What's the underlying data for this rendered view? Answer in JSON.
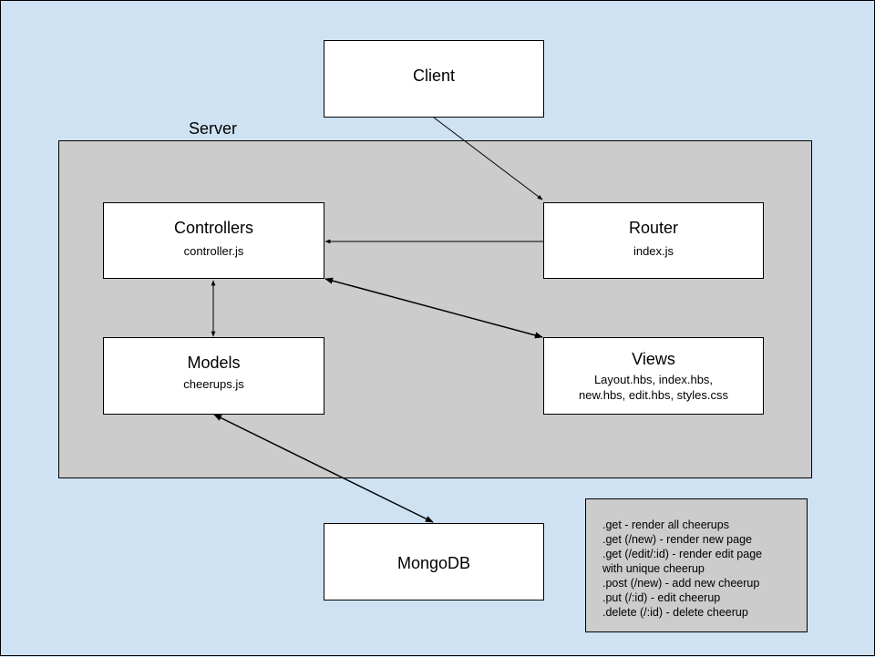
{
  "client": {
    "title": "Client"
  },
  "server": {
    "label": "Server"
  },
  "controllers": {
    "title": "Controllers",
    "file": "controller.js"
  },
  "router": {
    "title": "Router",
    "file": "index.js"
  },
  "models": {
    "title": "Models",
    "file": "cheerups.js"
  },
  "views": {
    "title": "Views",
    "files_line1": "Layout.hbs, index.hbs,",
    "files_line2": "new.hbs, edit.hbs, styles.css"
  },
  "mongodb": {
    "title": "MongoDB"
  },
  "routes_note": {
    "lines": [
      ".get - render all cheerups",
      ".get (/new) - render new page",
      ".get (/edit/:id) - render edit page",
      "with unique cheerup",
      ".post (/new) - add new cheerup",
      ".put (/:id) - edit cheerup",
      ".delete (/:id) - delete cheerup"
    ]
  },
  "colors": {
    "background": "#cfe2f3",
    "server_fill": "#cccccc",
    "box_fill": "#ffffff",
    "stroke": "#000000"
  }
}
